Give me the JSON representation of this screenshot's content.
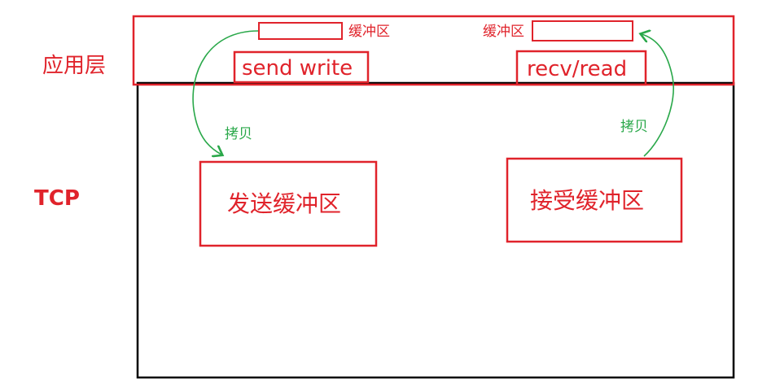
{
  "layers": {
    "app_label": "应用层",
    "tcp_label": "TCP"
  },
  "app": {
    "send_label": "send write",
    "recv_label": "recv/read",
    "buffer_left_label": "缓冲区",
    "buffer_right_label": "缓冲区"
  },
  "tcp": {
    "send_buffer_label": "发送缓冲区",
    "recv_buffer_label": "接受缓冲区"
  },
  "arrows": {
    "left_copy_label": "拷贝",
    "right_copy_label": "拷贝"
  },
  "colors": {
    "red": "#e0232b",
    "green": "#2aa84a",
    "black": "#000000"
  }
}
